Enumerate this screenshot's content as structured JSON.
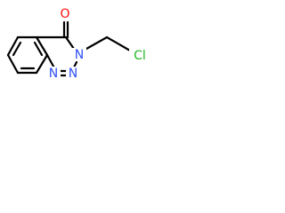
{
  "molecule": {
    "colors": {
      "bond": "#000000",
      "oxygen": "#ff0d0d",
      "nitrogen": "#3050f8",
      "chlorine": "#1fb81f"
    },
    "labels": {
      "oxygen": "O",
      "nitrogen_3": "N",
      "nitrogen_2": "N",
      "nitrogen_1": "N",
      "chlorine": "Cl"
    }
  }
}
